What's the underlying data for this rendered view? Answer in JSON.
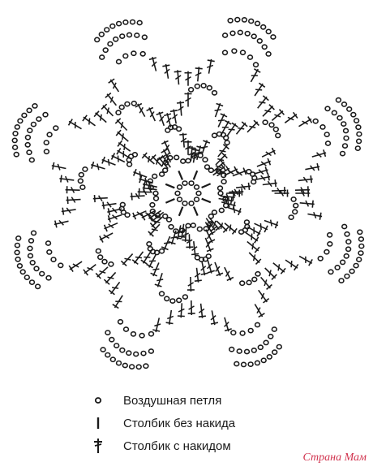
{
  "diagram": {
    "type": "crochet-motif-chart",
    "symbols": {
      "chain": "chain-stitch-icon",
      "single": "single-crochet-icon",
      "double": "double-crochet-icon"
    },
    "colors": {
      "ink": "#1a1a1a",
      "background": "#ffffff",
      "watermark": "#d1344f"
    }
  },
  "legend": {
    "items": [
      {
        "symbol": "chain-stitch-icon",
        "label": "Воздушная петля"
      },
      {
        "symbol": "single-crochet-icon",
        "label": "Столбик без накида"
      },
      {
        "symbol": "double-crochet-icon",
        "label": "Столбик с накидом"
      }
    ]
  },
  "watermark": {
    "text": "Страна Мам"
  }
}
